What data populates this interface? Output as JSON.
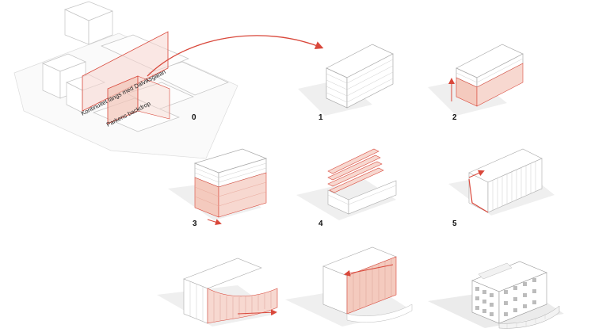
{
  "labels": {
    "street": "Kontinuitet längs med Dalviksgatan",
    "park": "Parkens backdrop"
  },
  "steps": [
    "0",
    "1",
    "2",
    "3",
    "4",
    "5"
  ],
  "colors": {
    "accent": "#d9483b",
    "accent_fill": "#f2c4b8",
    "line": "#b9b9b9",
    "shadow": "#efefef"
  }
}
